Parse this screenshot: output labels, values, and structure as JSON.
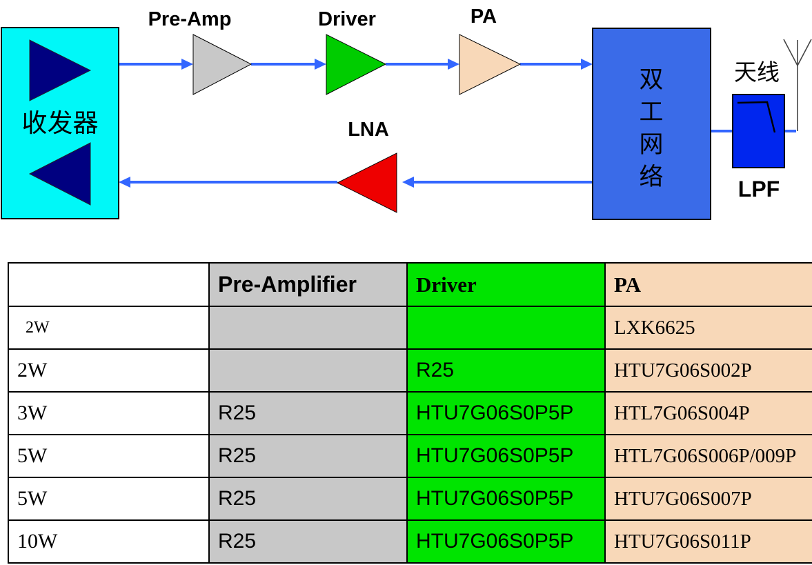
{
  "colors": {
    "cyan": "#00F8F8",
    "navy": "#000080",
    "gray": "#C8C8C8",
    "green-triangle": "#00CC00",
    "green-table": "#00E400",
    "peach": "#F8D8B8",
    "red": "#EE0000",
    "duplexer-blue": "#3A6BE8",
    "lpf-blue": "#0026EE",
    "arrow-blue": "#3366FF"
  },
  "diagram": {
    "transceiver_label": "收发器",
    "preamp_label": "Pre-Amp",
    "driver_label": "Driver",
    "pa_label": "PA",
    "lna_label": "LNA",
    "duplexer_chars": [
      "双",
      "工",
      "网",
      "络"
    ],
    "antenna_label": "天线",
    "lpf_label": "LPF"
  },
  "table": {
    "headers": [
      "",
      "Pre-Amplifier",
      "Driver",
      "PA"
    ],
    "rows": [
      {
        "power": "2W",
        "preamp": "",
        "driver": "",
        "pa": "LXK6625"
      },
      {
        "power": "2W",
        "preamp": "",
        "driver": "R25",
        "pa": "HTU7G06S002P"
      },
      {
        "power": "3W",
        "preamp": "R25",
        "driver": "HTU7G06S0P5P",
        "pa": "HTL7G06S004P"
      },
      {
        "power": "5W",
        "preamp": "R25",
        "driver": "HTU7G06S0P5P",
        "pa": "HTL7G06S006P/009P"
      },
      {
        "power": "5W",
        "preamp": "R25",
        "driver": "HTU7G06S0P5P",
        "pa": "HTU7G06S007P"
      },
      {
        "power": "10W",
        "preamp": "R25",
        "driver": "HTU7G06S0P5P",
        "pa": "HTU7G06S011P"
      }
    ]
  }
}
